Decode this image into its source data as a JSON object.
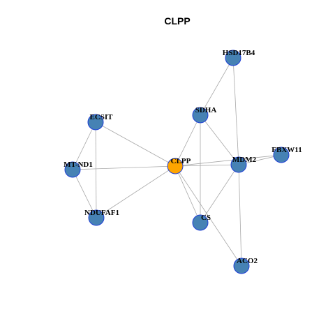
{
  "title": "CLPP",
  "colors": {
    "edge": "#a8a8a8",
    "node_default": "#4682b4",
    "node_center": "#ffa500",
    "node_border": "#1f3fd6",
    "label": "#000000"
  },
  "nodes": [
    {
      "id": "CLPP",
      "label": "CLPP",
      "center": true
    },
    {
      "id": "HSD17B4",
      "label": "HSD17B4"
    },
    {
      "id": "SDHA",
      "label": "SDHA"
    },
    {
      "id": "ECSIT",
      "label": "ECSIT"
    },
    {
      "id": "FBXW11",
      "label": "FBXW11"
    },
    {
      "id": "MDM2",
      "label": "MDM2"
    },
    {
      "id": "MT-ND1",
      "label": "MT-ND1"
    },
    {
      "id": "NDUFAF1",
      "label": "NDUFAF1"
    },
    {
      "id": "CS",
      "label": "CS"
    },
    {
      "id": "ACO2",
      "label": "ACO2"
    }
  ],
  "edges": [
    [
      "CLPP",
      "ECSIT"
    ],
    [
      "CLPP",
      "MT-ND1"
    ],
    [
      "CLPP",
      "NDUFAF1"
    ],
    [
      "CLPP",
      "SDHA"
    ],
    [
      "CLPP",
      "MDM2"
    ],
    [
      "CLPP",
      "FBXW11"
    ],
    [
      "CLPP",
      "CS"
    ],
    [
      "CLPP",
      "ACO2"
    ],
    [
      "ECSIT",
      "MT-ND1"
    ],
    [
      "ECSIT",
      "NDUFAF1"
    ],
    [
      "MT-ND1",
      "NDUFAF1"
    ],
    [
      "SDHA",
      "HSD17B4"
    ],
    [
      "SDHA",
      "MDM2"
    ],
    [
      "SDHA",
      "CS"
    ],
    [
      "HSD17B4",
      "MDM2"
    ],
    [
      "MDM2",
      "FBXW11"
    ],
    [
      "MDM2",
      "CS"
    ],
    [
      "MDM2",
      "ACO2"
    ]
  ]
}
